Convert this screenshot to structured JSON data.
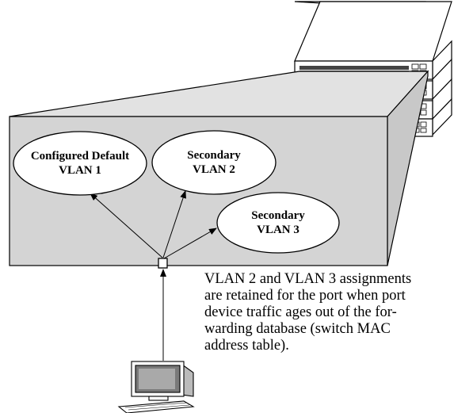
{
  "colors": {
    "box_fill": "#d4d4d4",
    "box_side_fill": "#cfcfcf",
    "line": "#000000",
    "ellipse_fill": "#ffffff",
    "switch_face": "#ffffff",
    "port_fill": "#888888"
  },
  "diagram": {
    "vlans": [
      {
        "line1": "Configured Default",
        "line2": "VLAN 1"
      },
      {
        "line1": "Secondary",
        "line2": "VLAN 2"
      },
      {
        "line1": "Secondary",
        "line2": "VLAN 3"
      }
    ],
    "caption_lines": [
      "VLAN 2 and VLAN 3 assignments",
      "are retained for the port when port",
      "device traffic ages out of the for-",
      "warding database (switch MAC",
      "address table)."
    ],
    "icons": {
      "switch_stack": "switch-stack-icon",
      "port": "port-icon",
      "workstation": "computer-workstation-icon"
    }
  }
}
